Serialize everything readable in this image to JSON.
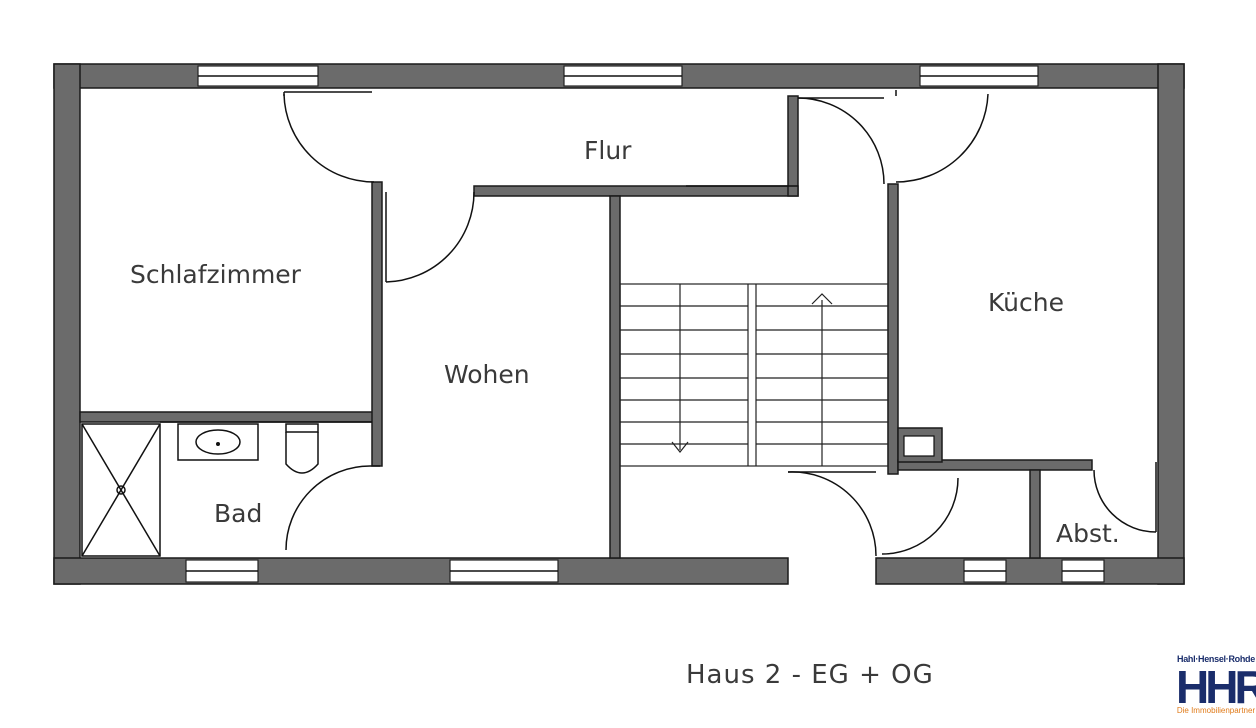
{
  "rooms": {
    "flur": "Flur",
    "schlafzimmer": "Schlafzimmer",
    "wohen": "Wohen",
    "kueche": "Küche",
    "bad": "Bad",
    "abst": "Abst."
  },
  "caption": "Haus 2 - EG + OG",
  "logo": {
    "top": "Hahl·Hensel·Rohde",
    "mark": "HHR",
    "sub": "Die Immobilienpartner"
  },
  "colors": {
    "wall": "#6b6b6b",
    "logo_blue": "#1a2d6b",
    "logo_orange": "#e07b1a"
  }
}
